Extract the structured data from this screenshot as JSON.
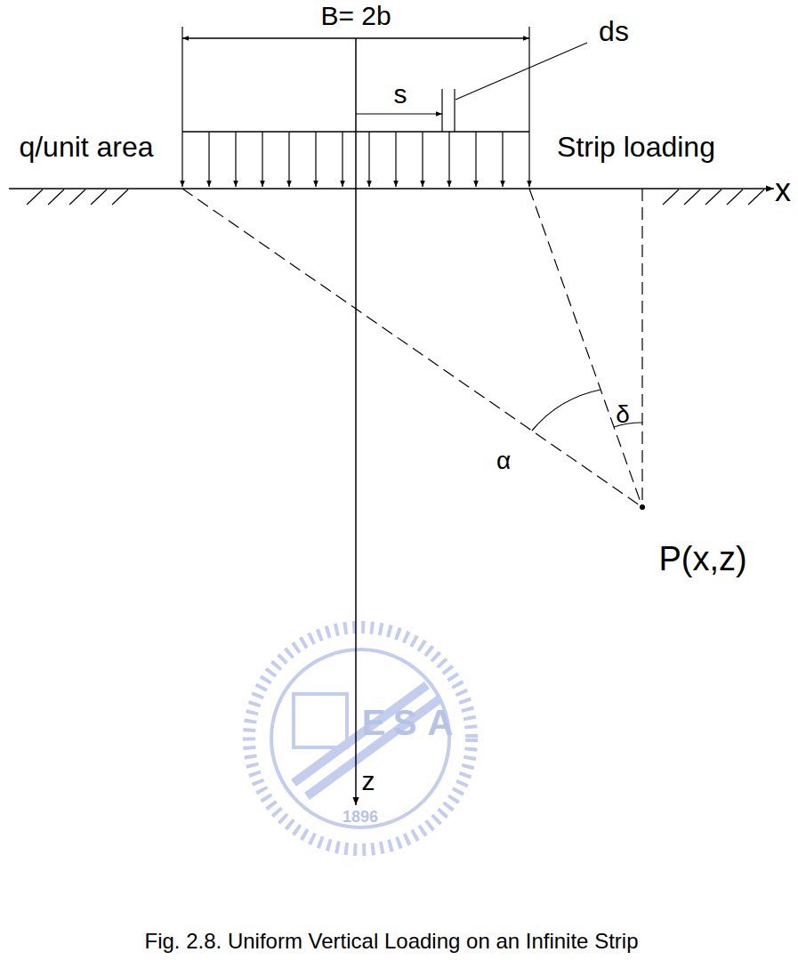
{
  "diagram": {
    "caption": "Fig. 2.8. Uniform Vertical Loading on an Infinite Strip",
    "labels": [
      "B= 2b",
      "ds",
      "s",
      "q/unit area",
      "Strip loading",
      "x",
      "α",
      "δ",
      "P(x,z)",
      "z",
      "E",
      "S",
      "A",
      "1896"
    ]
  }
}
